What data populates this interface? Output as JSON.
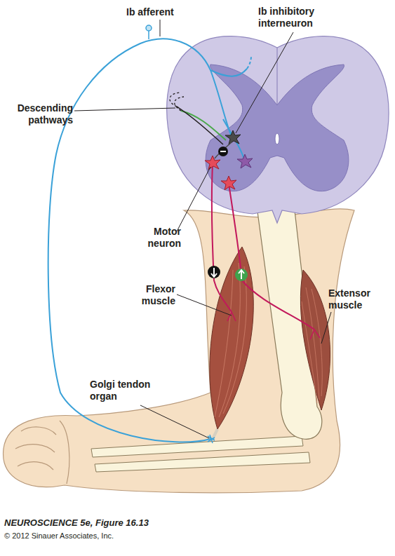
{
  "diagram": {
    "caption": "NEUROSCIENCE 5e, Figure 16.13",
    "labels": [
      "Ib afferent",
      "Ib inhibitory interneuron",
      "Descending pathways",
      "Motor neuron",
      "Flexor muscle",
      "Extensor muscle",
      "Golgi tendon organ",
      "© 2012 Sinauer Associates, Inc."
    ]
  }
}
